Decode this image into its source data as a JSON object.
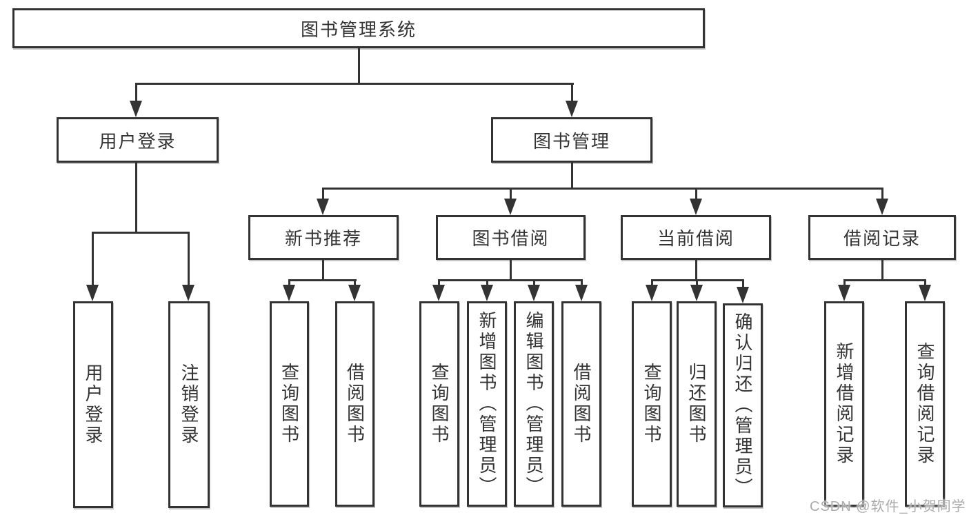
{
  "tree": {
    "label": "图书管理系统",
    "children": [
      {
        "label": "用户登录",
        "children": [
          {
            "label": "用户登录"
          },
          {
            "label": "注销登录"
          }
        ]
      },
      {
        "label": "图书管理",
        "children": [
          {
            "label": "新书推荐",
            "children": [
              {
                "label": "查询图书"
              },
              {
                "label": "借阅图书"
              }
            ]
          },
          {
            "label": "图书借阅",
            "children": [
              {
                "label": "查询图书"
              },
              {
                "label": "新增图书（管理员）"
              },
              {
                "label": "编辑图书（管理员）"
              },
              {
                "label": "借阅图书"
              }
            ]
          },
          {
            "label": "当前借阅",
            "children": [
              {
                "label": "查询图书"
              },
              {
                "label": "归还图书"
              },
              {
                "label": "确认归还（管理员）"
              }
            ]
          },
          {
            "label": "借阅记录",
            "children": [
              {
                "label": "新增借阅记录"
              },
              {
                "label": "查询借阅记录"
              }
            ]
          }
        ]
      }
    ]
  },
  "watermark": {
    "text": "CSDN @软件_小贺同学"
  },
  "colors": {
    "line": "#333333",
    "text": "#333333",
    "background": "#ffffff",
    "watermark": "#ababab"
  }
}
